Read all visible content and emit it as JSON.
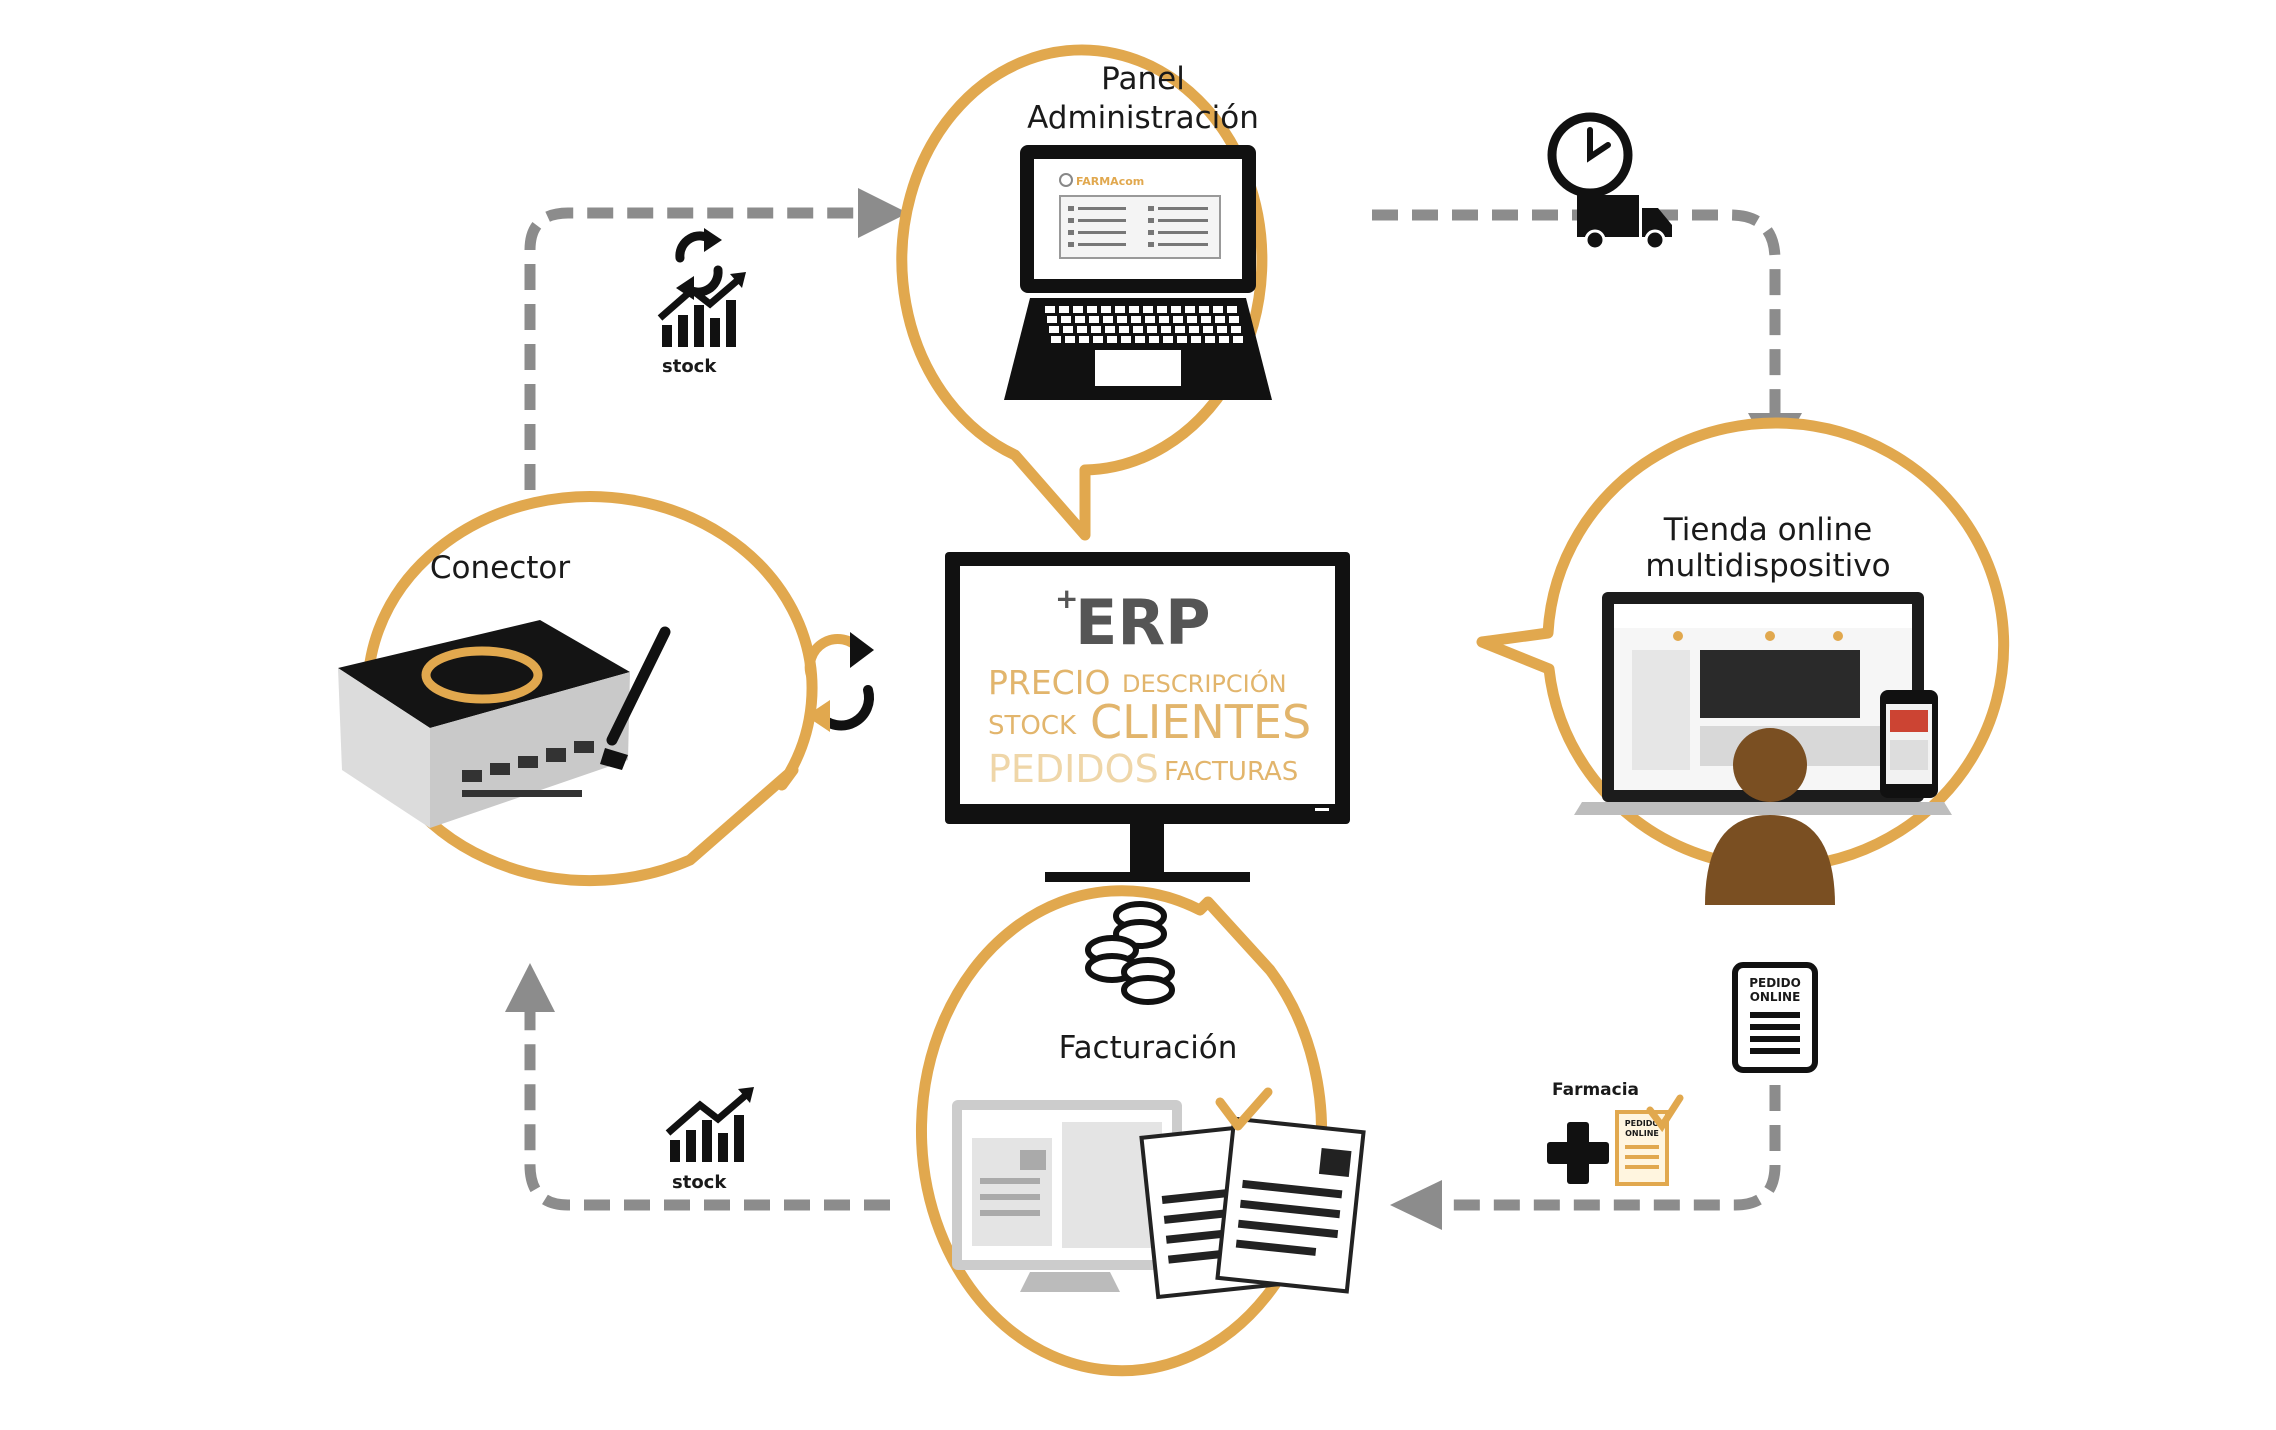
{
  "colors": {
    "accent": "#e1a84e",
    "arrow": "#8c8c8c",
    "dark": "#111111",
    "person": "#7a4f22"
  },
  "nodes": {
    "panel": {
      "line1": "Panel",
      "line2": "Administración",
      "logo": "FARMAcom"
    },
    "conector": {
      "label": "Conector"
    },
    "tienda": {
      "line1": "Tienda online",
      "line2": "multidispositivo"
    },
    "facturacion": {
      "label": "Facturación"
    }
  },
  "erp": {
    "title": "ERP",
    "plus": "+",
    "words": {
      "precio": "PRECIO",
      "descripcion": "DESCRIPCIÓN",
      "stock": "STOCK",
      "clientes": "CLIENTES",
      "pedidos": "PEDIDOS",
      "facturas": "FACTURAS"
    }
  },
  "annotations": {
    "stock_top": "stock",
    "stock_bottom": "stock",
    "farmacia": "Farmacia",
    "pedido_online_line1": "PEDIDO",
    "pedido_online_line2": "ONLINE",
    "pedido_small_line1": "PEDIDO",
    "pedido_small_line2": "ONLINE"
  },
  "icons": [
    "sync-icon",
    "stock-chart-icon",
    "clock-icon",
    "delivery-truck-icon",
    "coins-icon",
    "pedido-document-icon",
    "pharmacy-cross-icon",
    "checklist-icon",
    "laptop-icon",
    "mini-pc-icon",
    "monitor-icon",
    "invoice-documents-icon",
    "person-icon",
    "smartphone-icon"
  ]
}
